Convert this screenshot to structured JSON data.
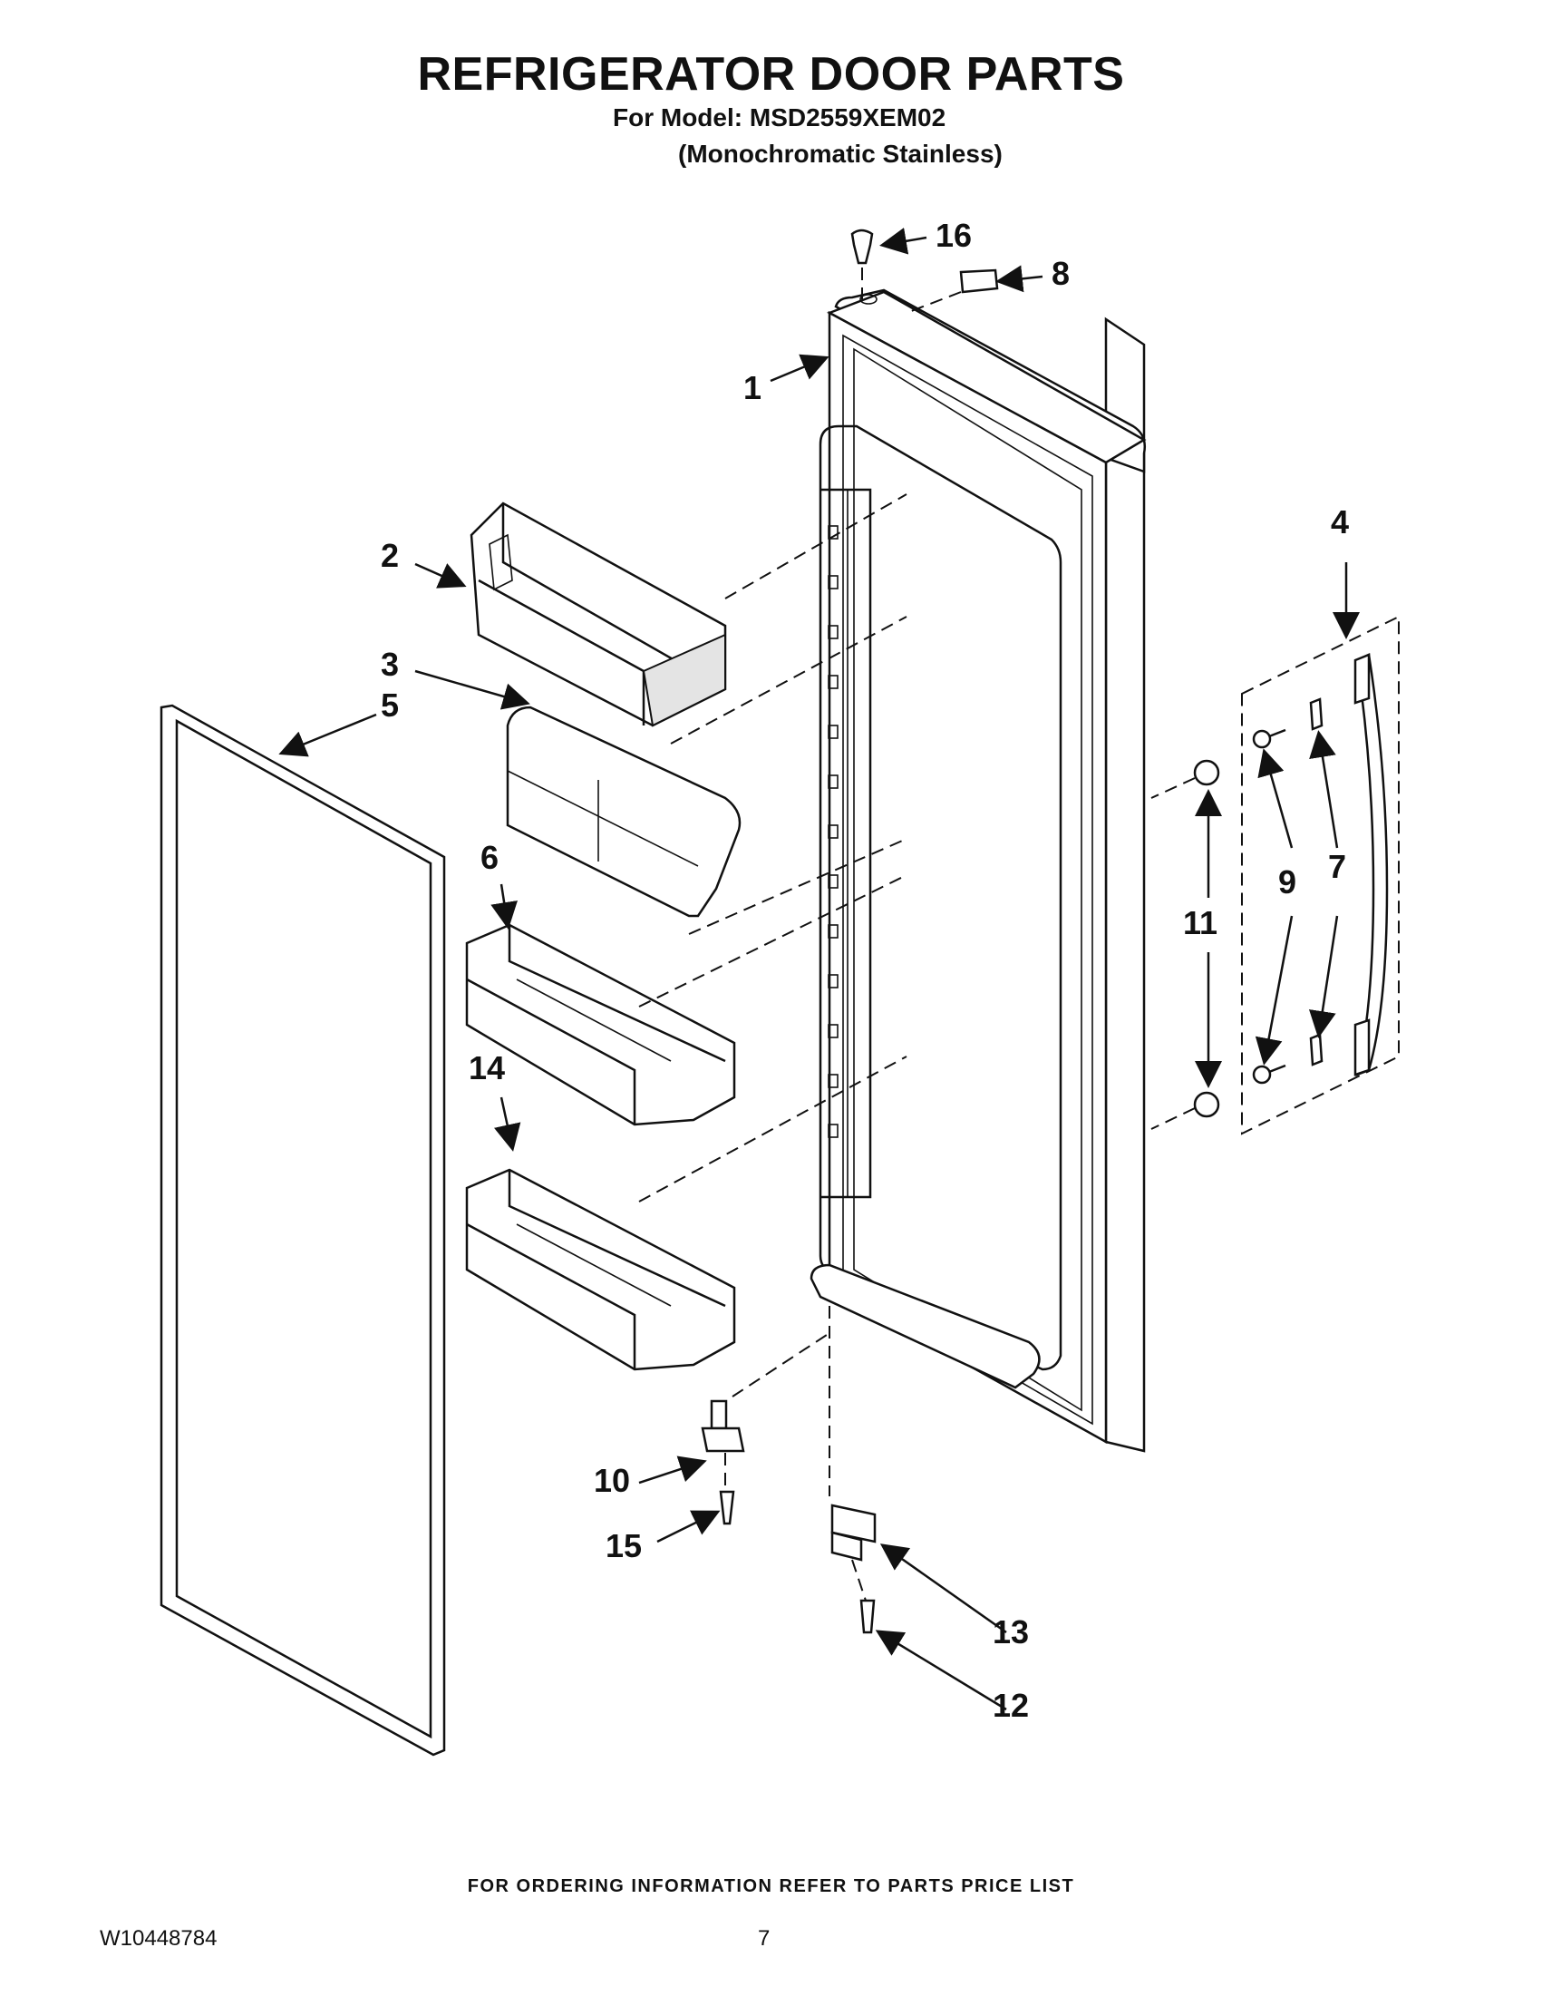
{
  "header": {
    "title": "REFRIGERATOR DOOR PARTS",
    "model_line": "For Model: MSD2559XEM02",
    "finish_line": "(Monochromatic Stainless)"
  },
  "callouts": [
    "1",
    "2",
    "3",
    "4",
    "5",
    "6",
    "7",
    "8",
    "9",
    "10",
    "11",
    "12",
    "13",
    "14",
    "15",
    "16"
  ],
  "footer": {
    "ordering_note": "FOR ORDERING INFORMATION REFER TO PARTS PRICE LIST",
    "document_number": "W10448784",
    "page_number": "7"
  }
}
